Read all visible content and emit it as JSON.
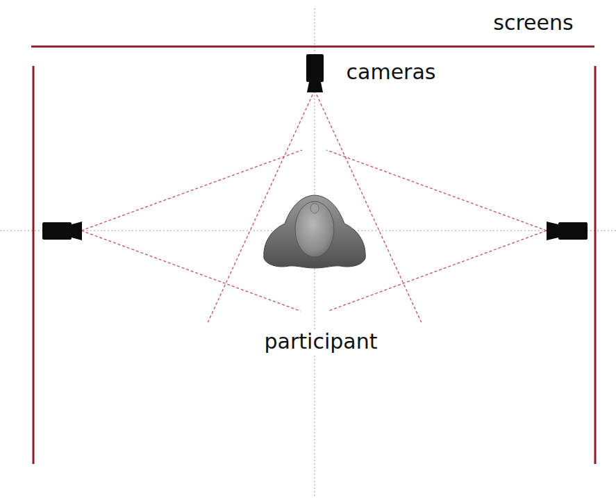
{
  "diagram": {
    "labels": [
      "screens",
      "cameras",
      "participant"
    ]
  }
}
